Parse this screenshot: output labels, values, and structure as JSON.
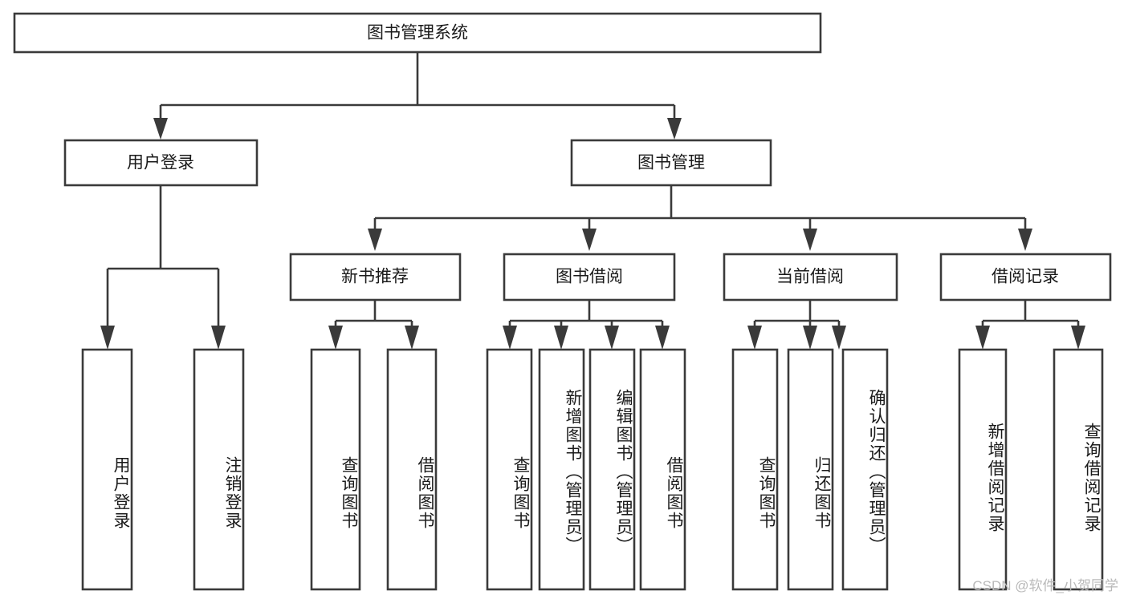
{
  "diagram": {
    "title": "图书管理系统",
    "type": "tree",
    "watermark": "CSDN @软件_小贺同学",
    "root": {
      "id": "root",
      "label": "图书管理系统",
      "orientation": "horizontal"
    },
    "level1": [
      {
        "id": "user-login",
        "label": "用户登录",
        "orientation": "horizontal"
      },
      {
        "id": "book-manage",
        "label": "图书管理",
        "orientation": "horizontal"
      }
    ],
    "level2": [
      {
        "id": "new-book-recommend",
        "label": "新书推荐",
        "parent": "book-manage",
        "orientation": "horizontal"
      },
      {
        "id": "book-borrow",
        "label": "图书借阅",
        "parent": "book-manage",
        "orientation": "horizontal"
      },
      {
        "id": "current-borrow",
        "label": "当前借阅",
        "parent": "book-manage",
        "orientation": "horizontal"
      },
      {
        "id": "borrow-record",
        "label": "借阅记录",
        "parent": "book-manage",
        "orientation": "horizontal"
      }
    ],
    "leaves": [
      {
        "id": "leaf-user-login",
        "label": "用户登录",
        "parent": "user-login",
        "orientation": "vertical"
      },
      {
        "id": "leaf-user-logout",
        "label": "注销登录",
        "parent": "user-login",
        "orientation": "vertical"
      },
      {
        "id": "leaf-query-book-1",
        "label": "查询图书",
        "parent": "new-book-recommend",
        "orientation": "vertical"
      },
      {
        "id": "leaf-borrow-book-1",
        "label": "借阅图书",
        "parent": "new-book-recommend",
        "orientation": "vertical"
      },
      {
        "id": "leaf-query-book-2",
        "label": "查询图书",
        "parent": "book-borrow",
        "orientation": "vertical"
      },
      {
        "id": "leaf-add-book",
        "label": "新增图书（管理员）",
        "parent": "book-borrow",
        "orientation": "vertical"
      },
      {
        "id": "leaf-edit-book",
        "label": "编辑图书（管理员）",
        "parent": "book-borrow",
        "orientation": "vertical"
      },
      {
        "id": "leaf-borrow-book-2",
        "label": "借阅图书",
        "parent": "book-borrow",
        "orientation": "vertical"
      },
      {
        "id": "leaf-query-book-3",
        "label": "查询图书",
        "parent": "current-borrow",
        "orientation": "vertical"
      },
      {
        "id": "leaf-return-book",
        "label": "归还图书",
        "parent": "current-borrow",
        "orientation": "vertical"
      },
      {
        "id": "leaf-confirm-return",
        "label": "确认归还（管理员）",
        "parent": "current-borrow",
        "orientation": "vertical"
      },
      {
        "id": "leaf-add-record",
        "label": "新增借阅记录",
        "parent": "borrow-record",
        "orientation": "vertical"
      },
      {
        "id": "leaf-query-record",
        "label": "查询借阅记录",
        "parent": "borrow-record",
        "orientation": "vertical"
      }
    ],
    "colors": {
      "stroke": "#3a3a3a",
      "fill": "#ffffff",
      "text": "#1a1a1a",
      "watermark": "#b9b9b9"
    }
  }
}
